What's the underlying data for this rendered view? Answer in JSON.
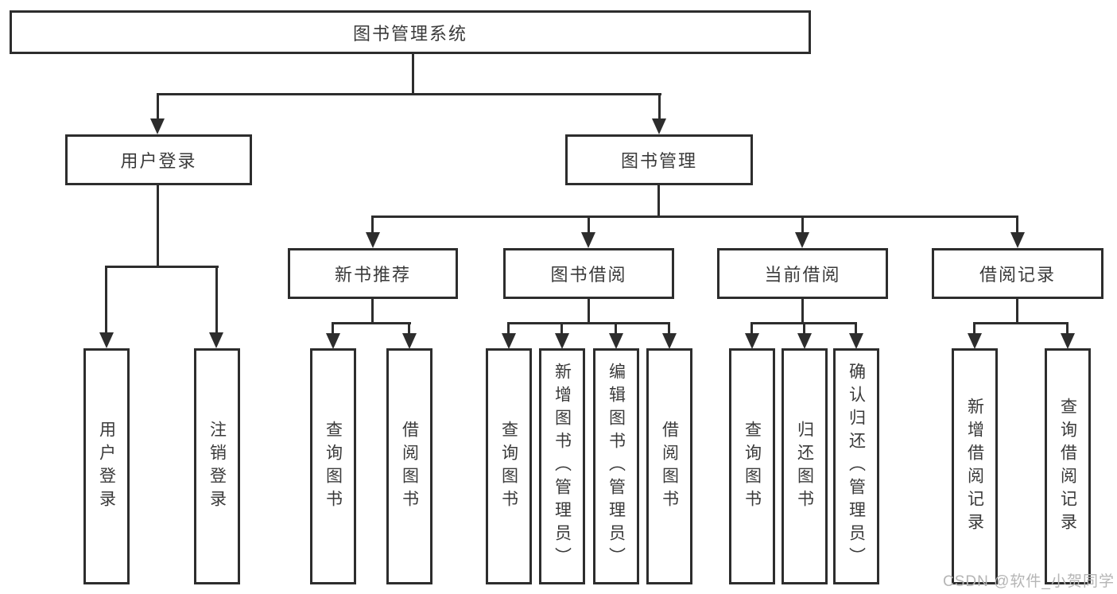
{
  "diagram": {
    "tree": {
      "label": "图书管理系统",
      "children": [
        {
          "label": "用户登录",
          "children": [
            {
              "label": "用户登录"
            },
            {
              "label": "注销登录"
            }
          ]
        },
        {
          "label": "图书管理",
          "children": [
            {
              "label": "新书推荐",
              "children": [
                {
                  "label": "查询图书"
                },
                {
                  "label": "借阅图书"
                }
              ]
            },
            {
              "label": "图书借阅",
              "children": [
                {
                  "label": "查询图书"
                },
                {
                  "label": "新增图书（管理员）"
                },
                {
                  "label": "编辑图书（管理员）"
                },
                {
                  "label": "借阅图书"
                }
              ]
            },
            {
              "label": "当前借阅",
              "children": [
                {
                  "label": "查询图书"
                },
                {
                  "label": "归还图书"
                },
                {
                  "label": "确认归还（管理员）"
                }
              ]
            },
            {
              "label": "借阅记录",
              "children": [
                {
                  "label": "新增借阅记录"
                },
                {
                  "label": "查询借阅记录"
                }
              ]
            }
          ]
        }
      ]
    },
    "watermark": "CSDN @软件_小贺同学",
    "colors": {
      "line": "#2d2d2d",
      "text": "#3a3a3a",
      "watermark": "#b5b5b5",
      "background": "#ffffff"
    }
  }
}
